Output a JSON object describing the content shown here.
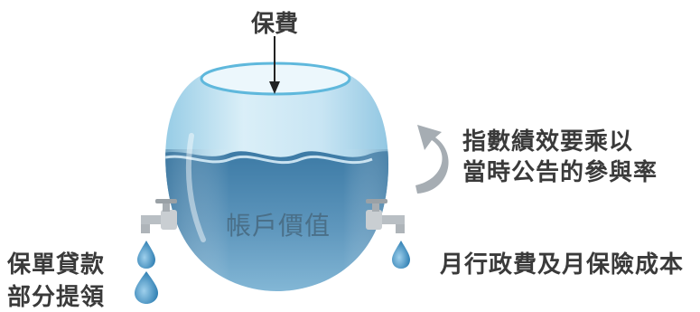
{
  "labels": {
    "top": "保費",
    "right_top_line1": "指數績效要乘以",
    "right_top_line2": "當時公告的參與率",
    "center": "帳戶價值",
    "left_line1": "保單貸款",
    "left_line2": "部分提領",
    "right_bottom": "月行政費及月保險成本"
  },
  "colors": {
    "text": "#3a3a3a",
    "water_light": "#a8d3e8",
    "water_dark": "#2f6f9a",
    "glass_rim": "#5fb8dc",
    "arrow_gray": "#9aa2a8",
    "drop_blue": "#3f8fc0"
  },
  "icons": [
    "down-arrow-icon",
    "curved-arrow-icon",
    "faucet-icon",
    "water-drop-icon"
  ]
}
